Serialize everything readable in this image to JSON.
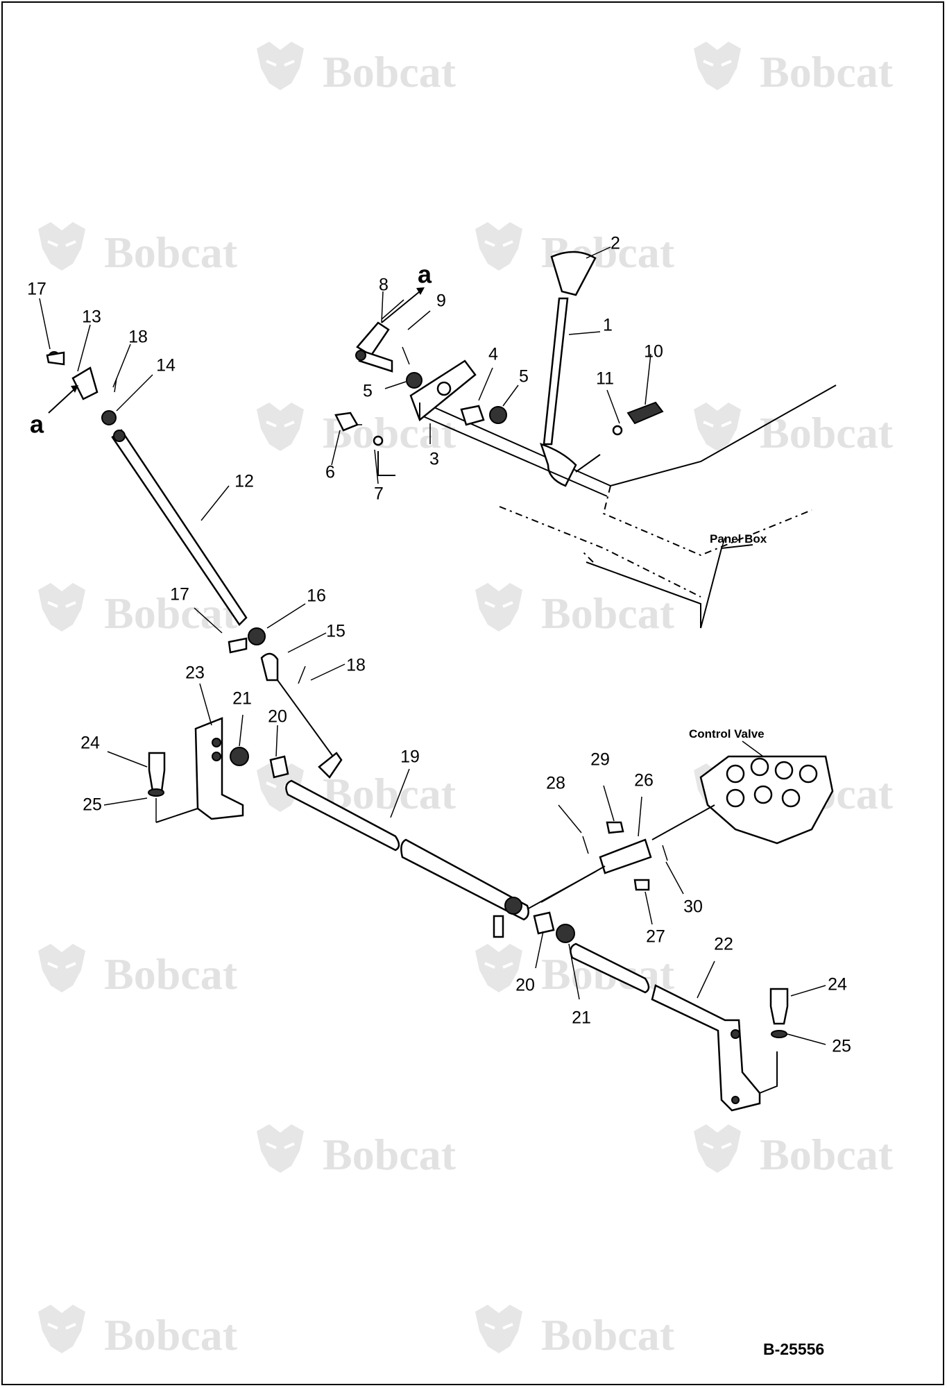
{
  "watermark": {
    "text": "Bobcat"
  },
  "callouts": {
    "c1": "1",
    "c2": "2",
    "c3": "3",
    "c4": "4",
    "c5a": "5",
    "c5b": "5",
    "c6": "6",
    "c7": "7",
    "c8": "8",
    "c9": "9",
    "c10": "10",
    "c11": "11",
    "c12": "12",
    "c13": "13",
    "c14": "14",
    "c15": "15",
    "c16": "16",
    "c17a": "17",
    "c17b": "17",
    "c18a": "18",
    "c18b": "18",
    "c19": "19",
    "c20a": "20",
    "c20b": "20",
    "c21a": "21",
    "c21b": "21",
    "c22": "22",
    "c23": "23",
    "c24a": "24",
    "c24b": "24",
    "c25a": "25",
    "c25b": "25",
    "c26": "26",
    "c27": "27",
    "c28": "28",
    "c29": "29",
    "c30": "30",
    "aTop": "a",
    "aLeft": "a"
  },
  "annotations": {
    "panel_box": "Panel Box",
    "control_valve": "Control Valve"
  },
  "document_id": "B-25556"
}
